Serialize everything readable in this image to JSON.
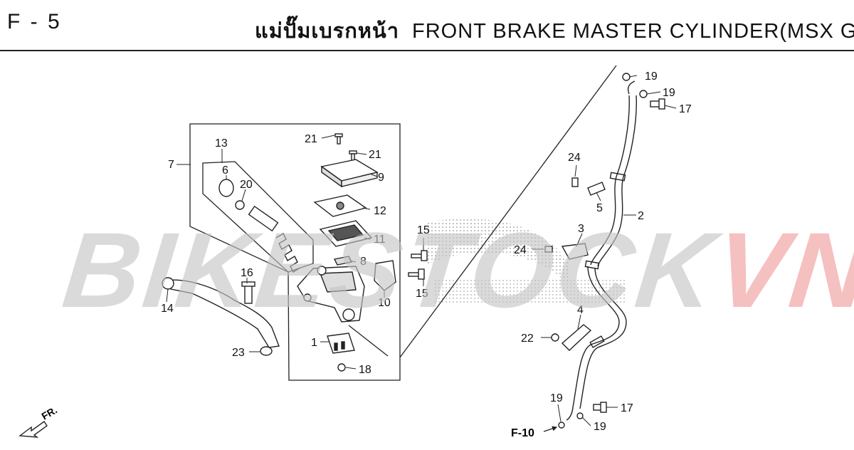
{
  "header": {
    "page_code": "F - 5",
    "title_th": "แม่ปั๊มเบรกหน้า",
    "title_en": "FRONT BRAKE MASTER CYLINDER(MSX GRO"
  },
  "watermark": {
    "part1": "BIKESTOCK",
    "part2": "VN"
  },
  "colors": {
    "watermark_gray": "#c4c4c4",
    "watermark_red": "#f09a9a",
    "line": "#222222"
  },
  "labels": {
    "c1": "1",
    "c2": "2",
    "c3": "3",
    "c4": "4",
    "c5": "5",
    "c6": "6",
    "c7": "7",
    "c8": "8",
    "c9": "9",
    "c10": "10",
    "c11": "11",
    "c12": "12",
    "c13": "13",
    "c14": "14",
    "c15a": "15",
    "c15b": "15",
    "c16": "16",
    "c17a": "17",
    "c17b": "17",
    "c18": "18",
    "c19a": "19",
    "c19b": "19",
    "c19c": "19",
    "c19d": "19",
    "c20": "20",
    "c21a": "21",
    "c21b": "21",
    "c22": "22",
    "c23": "23",
    "c24a": "24",
    "c24b": "24"
  },
  "refs": {
    "fr": "FR.",
    "f10": "F-10"
  }
}
